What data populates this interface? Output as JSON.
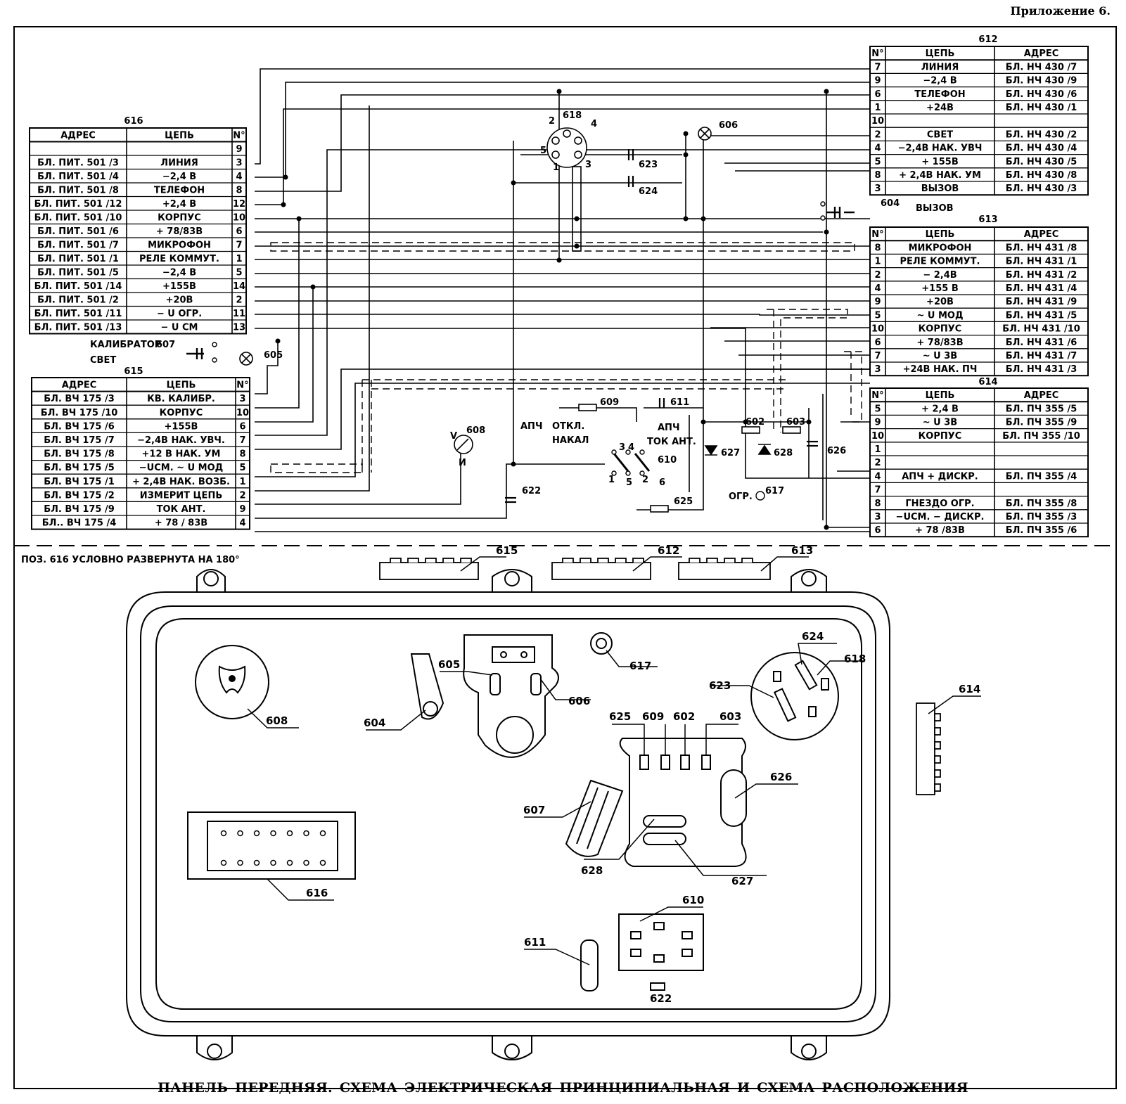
{
  "header": {
    "annex": "Приложение 6."
  },
  "caption": "ПАНЕЛЬ ПЕРЕДНЯЯ. СХЕМА ЭЛЕКТРИЧЕСКАЯ   ПРИНЦИПИАЛЬНАЯ И СХЕМА РАСПОЛОЖЕНИЯ",
  "note": "ПОЗ. 616 УСЛОВНО РАЗВЕРНУТА НА 180°",
  "connectors": {
    "c616": {
      "id": "616",
      "head": [
        "АДРЕС",
        "ЦЕПЬ",
        "N°"
      ],
      "rows": [
        [
          "",
          "",
          "9"
        ],
        [
          "БЛ. ПИТ. 501 /3",
          "ЛИНИЯ",
          "3"
        ],
        [
          "БЛ. ПИТ. 501 /4",
          "−2,4 В",
          "4"
        ],
        [
          "БЛ. ПИТ. 501 /8",
          "ТЕЛЕФОН",
          "8"
        ],
        [
          "БЛ. ПИТ. 501 /12",
          "+2,4 В",
          "12"
        ],
        [
          "БЛ. ПИТ. 501 /10",
          "КОРПУС",
          "10"
        ],
        [
          "БЛ. ПИТ. 501 /6",
          "+ 78/83В",
          "6"
        ],
        [
          "БЛ. ПИТ. 501 /7",
          "МИКРОФОН",
          "7"
        ],
        [
          "БЛ. ПИТ. 501 /1",
          "РЕЛЕ КОММУТ.",
          "1"
        ],
        [
          "БЛ. ПИТ. 501 /5",
          "−2,4 В",
          "5"
        ],
        [
          "БЛ. ПИТ. 501 /14",
          "+155В",
          "14"
        ],
        [
          "БЛ. ПИТ. 501 /2",
          "+20В",
          "2"
        ],
        [
          "БЛ. ПИТ. 501 /11",
          "− U ОГР.",
          "11"
        ],
        [
          "БЛ. ПИТ. 501 /13",
          "− U СМ",
          "13"
        ]
      ]
    },
    "c615": {
      "id": "615",
      "head": [
        "АДРЕС",
        "ЦЕПЬ",
        "N°"
      ],
      "rows": [
        [
          "БЛ. ВЧ 175 /3",
          "КВ. КАЛИБР.",
          "3"
        ],
        [
          "БЛ. ВЧ 175 /10",
          "КОРПУС",
          "10"
        ],
        [
          "БЛ. ВЧ 175 /6",
          "+155В",
          "6"
        ],
        [
          "БЛ. ВЧ 175 /7",
          "−2,4В НАК. УВЧ.",
          "7"
        ],
        [
          "БЛ. ВЧ 175 /8",
          "+12 В НАК. УМ",
          "8"
        ],
        [
          "БЛ. ВЧ 175 /5",
          "−UСМ. ~ U МОД",
          "5"
        ],
        [
          "БЛ. ВЧ 175 /1",
          "+ 2,4В НАК. ВОЗБ.",
          "1"
        ],
        [
          "БЛ. ВЧ 175 /2",
          "ИЗМЕРИТ ЦЕПЬ",
          "2"
        ],
        [
          "БЛ. ВЧ 175 /9",
          "ТОК АНТ.",
          "9"
        ],
        [
          "БЛ.. ВЧ 175 /4",
          "+ 78 / 83В",
          "4"
        ]
      ]
    },
    "c612": {
      "id": "612",
      "head": [
        "N°",
        "ЦЕПЬ",
        "АДРЕС"
      ],
      "rows": [
        [
          "7",
          "ЛИНИЯ",
          "БЛ. НЧ 430 /7"
        ],
        [
          "9",
          "−2,4 В",
          "БЛ. НЧ 430 /9"
        ],
        [
          "6",
          "ТЕЛЕФОН",
          "БЛ. НЧ 430 /6"
        ],
        [
          "1",
          "+24В",
          "БЛ. НЧ 430 /1"
        ],
        [
          "10",
          "",
          ""
        ],
        [
          "2",
          "СВЕТ",
          "БЛ. НЧ 430 /2"
        ],
        [
          "4",
          "−2,4В НАК. УВЧ",
          "БЛ. НЧ 430 /4"
        ],
        [
          "5",
          "+ 155В",
          "БЛ. НЧ 430 /5"
        ],
        [
          "8",
          "+ 2,4В НАК. УМ",
          "БЛ. НЧ 430 /8"
        ],
        [
          "3",
          "ВЫЗОВ",
          "БЛ. НЧ 430 /3"
        ]
      ]
    },
    "c613": {
      "id": "613",
      "head": [
        "N°",
        "ЦЕПЬ",
        "АДРЕС"
      ],
      "rows": [
        [
          "8",
          "МИКРОФОН",
          "БЛ. НЧ 431 /8"
        ],
        [
          "1",
          "РЕЛЕ КОММУТ.",
          "БЛ. НЧ 431 /1"
        ],
        [
          "2",
          "− 2,4В",
          "БЛ. НЧ 431 /2"
        ],
        [
          "4",
          "+155 В",
          "БЛ. НЧ 431 /4"
        ],
        [
          "9",
          "+20В",
          "БЛ. НЧ 431 /9"
        ],
        [
          "5",
          "~ U МОД",
          "БЛ. НЧ 431 /5"
        ],
        [
          "10",
          "КОРПУС",
          "БЛ. НЧ 431 /10"
        ],
        [
          "6",
          "+ 78/83В",
          "БЛ. НЧ 431 /6"
        ],
        [
          "7",
          "~ U 3В",
          "БЛ. НЧ 431 /7"
        ],
        [
          "3",
          "+24В НАК. ПЧ",
          "БЛ. НЧ 431 /3"
        ]
      ]
    },
    "c614": {
      "id": "614",
      "head": [
        "N°",
        "ЦЕПЬ",
        "АДРЕС"
      ],
      "rows": [
        [
          "5",
          "+ 2,4 В",
          "БЛ. ПЧ 355 /5"
        ],
        [
          "9",
          "~ U 3В",
          "БЛ. ПЧ 355 /9"
        ],
        [
          "10",
          "КОРПУС",
          "БЛ. ПЧ 355 /10"
        ],
        [
          "1",
          "",
          ""
        ],
        [
          "2",
          "",
          ""
        ],
        [
          "4",
          "АПЧ + ДИСКР.",
          "БЛ. ПЧ 355 /4"
        ],
        [
          "7",
          "",
          ""
        ],
        [
          "8",
          "ГНЕЗДО ОГР.",
          "БЛ. ПЧ 355 /8"
        ],
        [
          "3",
          "−UСМ. − ДИСКР.",
          "БЛ. ПЧ 355 /3"
        ],
        [
          "6",
          "+ 78 /83В",
          "БЛ. ПЧ 355 /6"
        ]
      ]
    }
  },
  "schematic_labels": {
    "calib": "КАЛИБРАТОР",
    "svet": "СВЕТ",
    "p607": "607",
    "p605": "605",
    "p604": "604",
    "vyzov": "ВЫЗОВ",
    "p606": "606",
    "p618": "618",
    "p623": "623",
    "p624": "624",
    "p609": "609",
    "p611": "611",
    "p608": "608",
    "p622": "622",
    "p625": "625",
    "p610": "610",
    "p602": "602",
    "p603": "603",
    "p627": "627",
    "p628": "628",
    "p626": "626",
    "p617": "617",
    "ogr": "ОГР.",
    "apch1": "АПЧ",
    "otkl": "ОТКЛ.",
    "nakal": "НАКАЛ",
    "apch2": "АПЧ",
    "tok_ant": "ТОК АНТ.",
    "meter_v": "V",
    "meter_i": "И",
    "sw_1": "1",
    "sw_2": "2",
    "sw_3": "3",
    "sw_4": "4",
    "sw_5": "5",
    "sw_6": "6",
    "pin_1": "1",
    "pin_2": "2",
    "pin_3": "3",
    "pin_4": "4",
    "pin_5": "5"
  },
  "layout_labels": {
    "l615": "615",
    "l612": "612",
    "l613": "613",
    "l614": "614",
    "l608": "608",
    "l604": "604",
    "l605": "605",
    "l606": "606",
    "l617": "617",
    "l623": "623",
    "l624": "624",
    "l618": "618",
    "l625": "625",
    "l609": "609",
    "l602": "602",
    "l603": "603",
    "l626": "626",
    "l607": "607",
    "l628": "628",
    "l627": "627",
    "l616": "616",
    "l610": "610",
    "l611": "611",
    "l622": "622"
  }
}
